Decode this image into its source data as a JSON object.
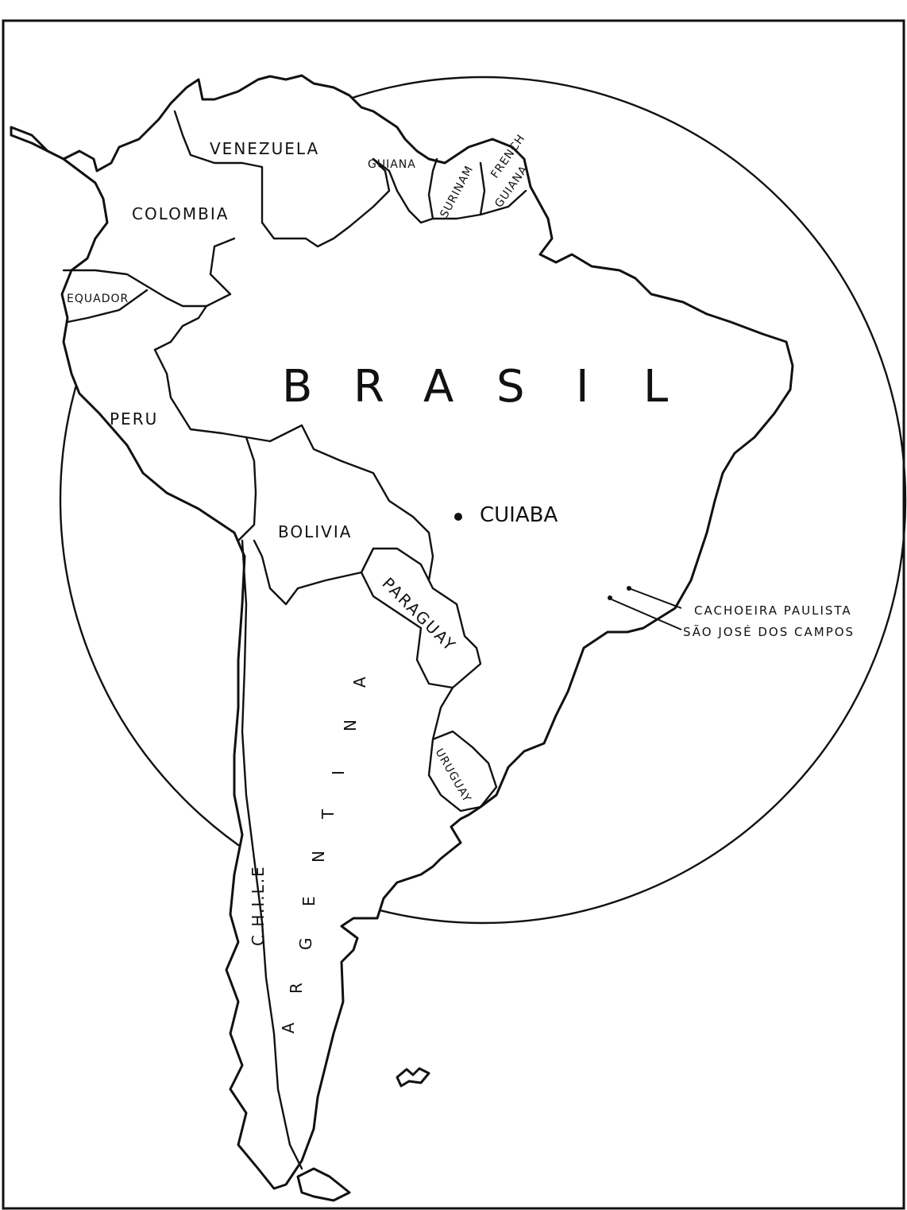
{
  "countries": {
    "venezuela": "VENEZUELA",
    "guiana": "GUIANA",
    "surinam": "SURINAM",
    "french_guiana_line1": "FRENCH",
    "french_guiana_line2": "GUIANA",
    "colombia": "COLOMBIA",
    "equador": "EQUADOR",
    "peru": "PERU",
    "brasil": [
      "B",
      "R",
      "A",
      "S",
      "I",
      "L"
    ],
    "bolivia": "BOLIVIA",
    "paraguay": "PARAGUAY",
    "uruguay": "URUGUAY",
    "chile": "C.H.I.L.E",
    "argentina_upper": [
      "A",
      "N",
      "I",
      "T",
      "N",
      "E"
    ],
    "argentina_lower": [
      "G",
      "R",
      "A"
    ]
  },
  "cities": {
    "cuiaba": "CUIABA",
    "cachoeira_paulista": "CACHOEIRA PAULISTA",
    "sao_jose_dos_campos": "SÃO JOSÉ DOS CAMPOS"
  },
  "colors": {
    "ink": "#111111",
    "paper": "#ffffff"
  }
}
